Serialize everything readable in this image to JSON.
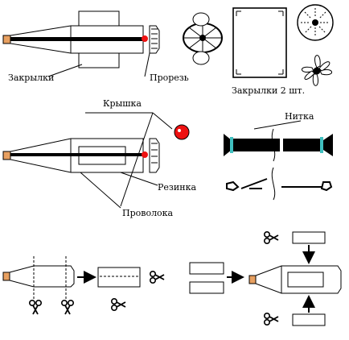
{
  "labels": {
    "flaps": "Закрылки",
    "slot": "Прорезь",
    "flaps_2pcs": "Закрылки 2 шт.",
    "cap": "Крышка",
    "thread": "Нитка",
    "rubber_band": "Резинка",
    "wire": "Проволока"
  },
  "colors": {
    "ink": "#000000",
    "bead_red": "#ee1111",
    "nozzle_orange": "#e8a060",
    "thread_cyan": "#40c0c0"
  },
  "icons": {
    "scissors": "scissors-icon",
    "arrow": "arrow-icon"
  }
}
